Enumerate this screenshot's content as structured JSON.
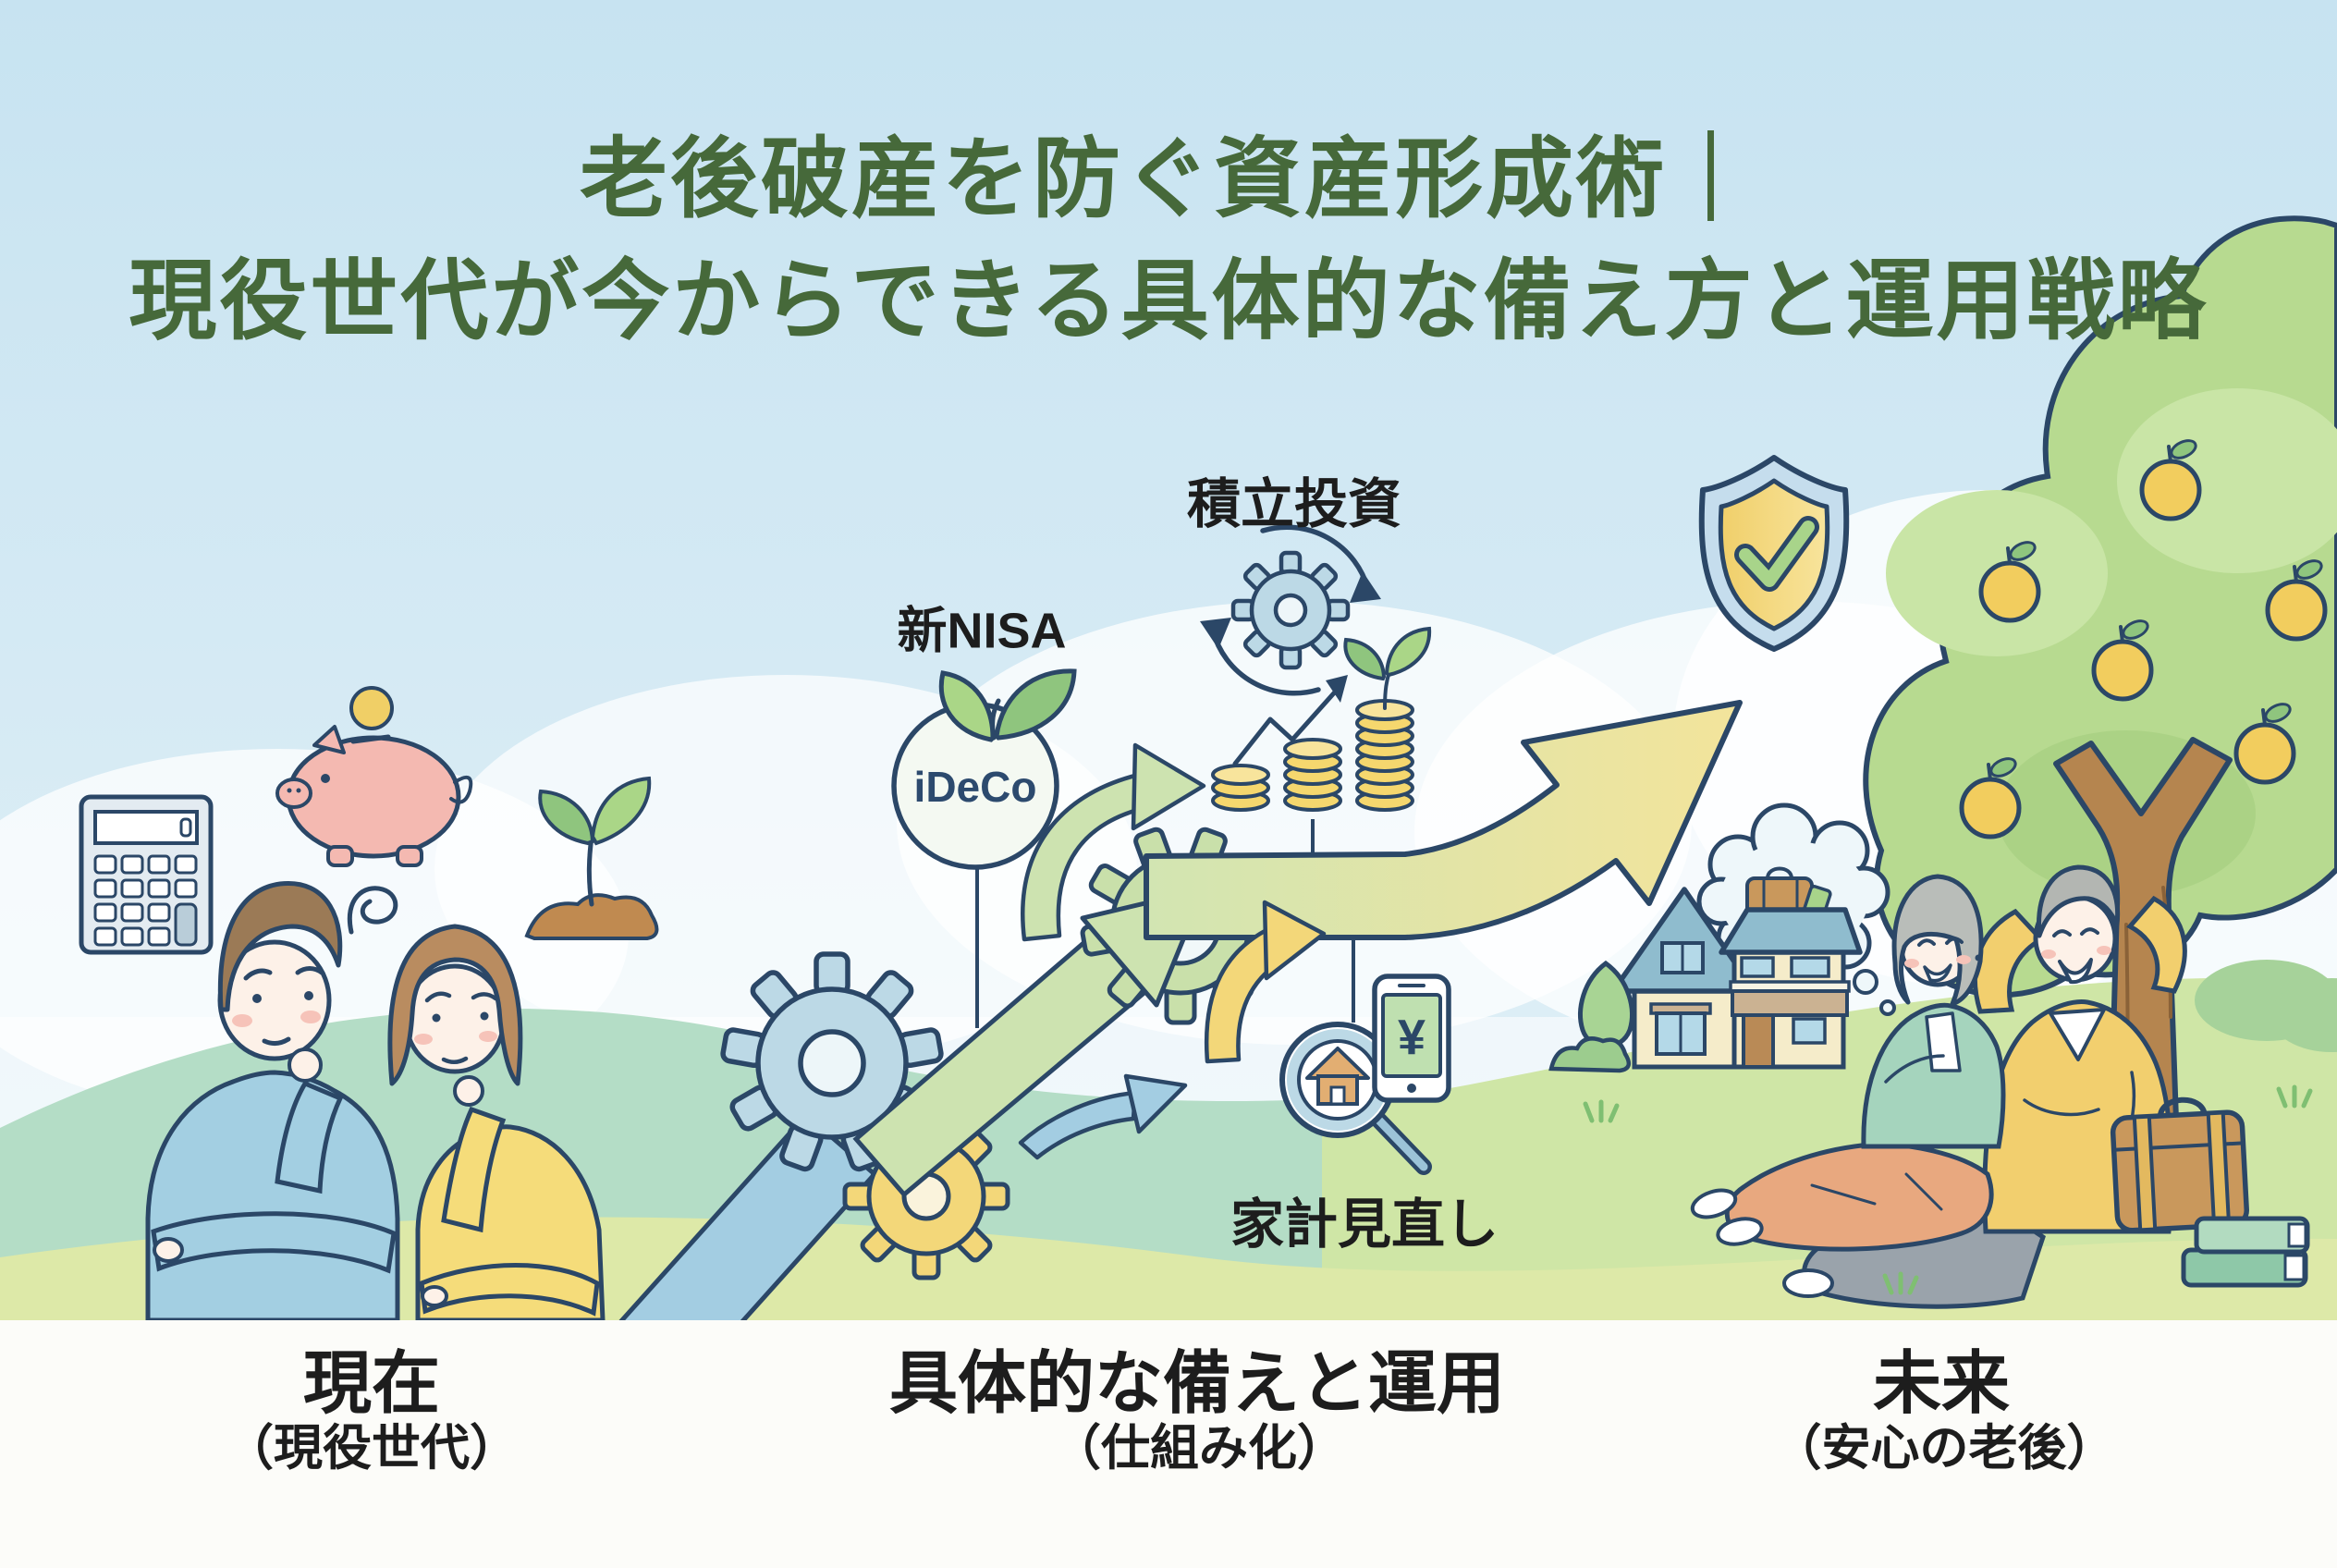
{
  "page": {
    "type": "infographic",
    "language": "ja"
  },
  "title": {
    "line1": "老後破産を防ぐ資産形成術｜",
    "line2": "現役世代が今からできる具体的な備え方と運用戦略"
  },
  "flow_labels": {
    "tsumitate_toushi": "積立投資",
    "shin_nisa": "新NISA",
    "ideco": "iDeCo",
    "kakei_minaoshi": "家計見直し",
    "yen": "¥"
  },
  "stages": {
    "present": {
      "label": "現在",
      "sublabel": "（現役世代）"
    },
    "preparation": {
      "label": "具体的な備えと運用",
      "sublabel": "（仕組み化）"
    },
    "future": {
      "label": "未来",
      "sublabel": "（安心の老後）"
    }
  },
  "icons": [
    "calculator-icon",
    "piggy-bank-icon",
    "coin-icon",
    "sprout-icon",
    "confusion-squiggle-icon",
    "flow-gear-icons",
    "recurring-investment-gear-icon",
    "growth-arrow-icon",
    "coin-stacks-icon",
    "nisa-apple-icon",
    "magnifier-house-icon",
    "smartphone-yen-icon",
    "shield-check-icon",
    "thought-bubble-travel-icon",
    "house-icon",
    "apple-tree-icon",
    "suitcase-icon",
    "books-icon"
  ],
  "figures": {
    "left": "worried working-age couple",
    "right": "relaxed senior couple under apple tree"
  },
  "colors": {
    "title_green": "#46693a",
    "text_black": "#1d1d1d",
    "outline_navy": "#2b4767",
    "sky_blue": "#cde8f3",
    "hill_teal": "#b4ddc6",
    "hill_yellow_green": "#dde9a8",
    "grass_green": "#cfe6a6",
    "accent_gold": "#f2cd5e",
    "accent_green": "#c9e0aa",
    "accent_blue": "#a3cde2",
    "pig_pink": "#f4b9b1",
    "footer_white": "#fcfcf9"
  }
}
